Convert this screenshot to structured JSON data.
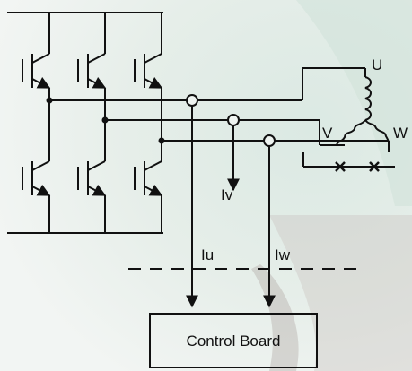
{
  "labels": {
    "u": "U",
    "v": "V",
    "w": "W",
    "iu": "Iu",
    "iv": "Iv",
    "iw": "Iw",
    "control_board": "Control Board"
  },
  "colors": {
    "line": "#111111",
    "background_light": "#eef4f1",
    "background_accent": "#d4e5df"
  }
}
